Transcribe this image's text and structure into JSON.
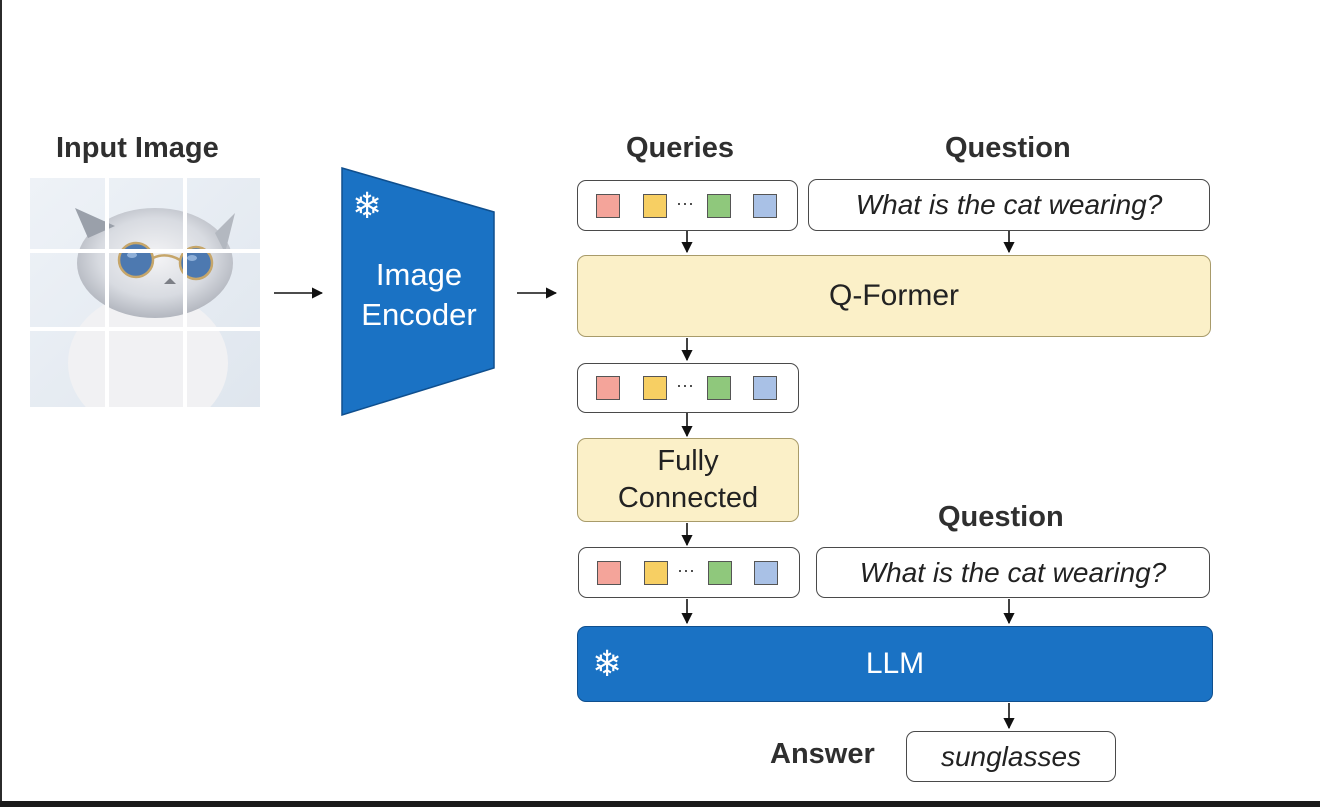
{
  "headings": {
    "input_image": "Input Image",
    "queries": "Queries",
    "question_top": "Question",
    "question_bottom": "Question",
    "answer": "Answer"
  },
  "encoder": {
    "line1": "Image",
    "line2": "Encoder",
    "frozen_icon": "snowflake-icon"
  },
  "qformer": {
    "label": "Q-Former"
  },
  "fully_connected": {
    "line1": "Fully",
    "line2": "Connected"
  },
  "llm": {
    "label": "LLM",
    "frozen_icon": "snowflake-icon"
  },
  "question_text_top": "What is the cat wearing?",
  "question_text_bottom": "What is the cat wearing?",
  "answer_text": "sunglasses",
  "token_colors": [
    "#f4a49a",
    "#f7cf63",
    "#8fc87c",
    "#a9c1e6"
  ],
  "colors": {
    "encoder_blue": "#1a72c4",
    "llm_blue": "#1a72c4",
    "qformer_fill": "#fbf0c8"
  }
}
